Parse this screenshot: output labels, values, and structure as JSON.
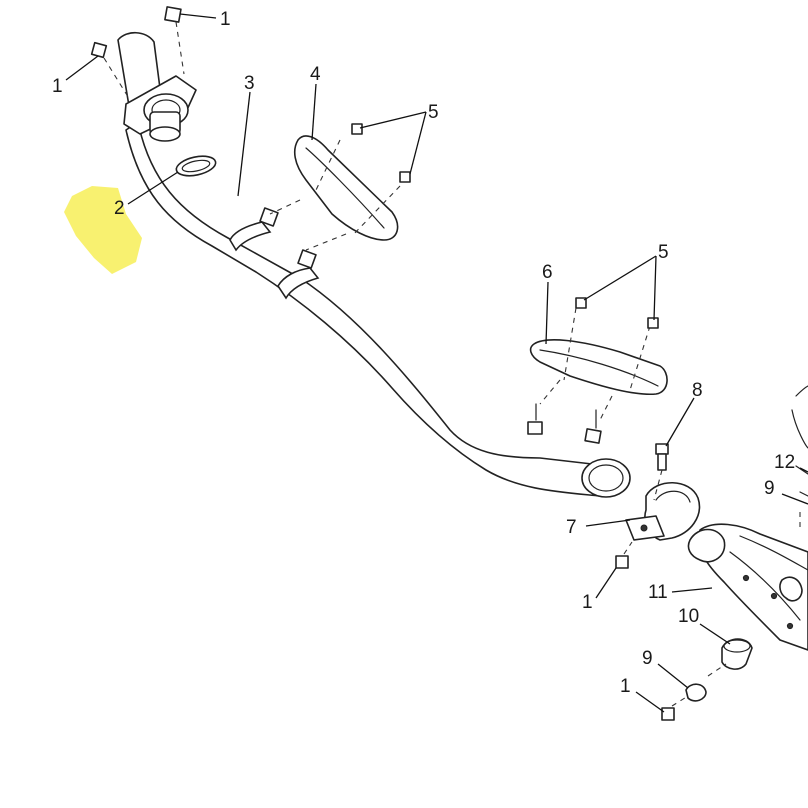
{
  "diagram": {
    "highlight_color": "#f7f061",
    "callouts": [
      {
        "id": "c1a",
        "text": "1"
      },
      {
        "id": "c1b",
        "text": "1"
      },
      {
        "id": "c2",
        "text": "2"
      },
      {
        "id": "c3",
        "text": "3"
      },
      {
        "id": "c4",
        "text": "4"
      },
      {
        "id": "c5a",
        "text": "5"
      },
      {
        "id": "c5b",
        "text": "5"
      },
      {
        "id": "c6",
        "text": "6"
      },
      {
        "id": "c8",
        "text": "8"
      },
      {
        "id": "c12",
        "text": "12"
      },
      {
        "id": "c9a",
        "text": "9"
      },
      {
        "id": "c7",
        "text": "7"
      },
      {
        "id": "c1c",
        "text": "1"
      },
      {
        "id": "c11",
        "text": "11"
      },
      {
        "id": "c10",
        "text": "10"
      },
      {
        "id": "c9b",
        "text": "9"
      },
      {
        "id": "c1d",
        "text": "1"
      }
    ]
  }
}
